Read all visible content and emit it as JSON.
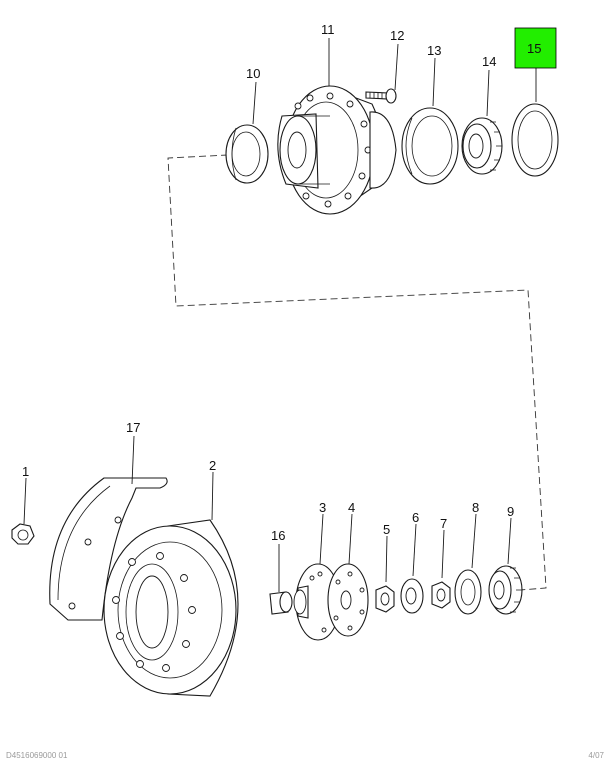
{
  "callouts": [
    {
      "id": "c1",
      "text": "1"
    },
    {
      "id": "c2",
      "text": "2"
    },
    {
      "id": "c3",
      "text": "3"
    },
    {
      "id": "c4",
      "text": "4"
    },
    {
      "id": "c5",
      "text": "5"
    },
    {
      "id": "c6",
      "text": "6"
    },
    {
      "id": "c7",
      "text": "7"
    },
    {
      "id": "c8",
      "text": "8"
    },
    {
      "id": "c9",
      "text": "9"
    },
    {
      "id": "c10",
      "text": "10"
    },
    {
      "id": "c11",
      "text": "11"
    },
    {
      "id": "c12",
      "text": "12"
    },
    {
      "id": "c13",
      "text": "13"
    },
    {
      "id": "c14",
      "text": "14"
    },
    {
      "id": "c15",
      "text": "15"
    },
    {
      "id": "c16",
      "text": "16"
    },
    {
      "id": "c17",
      "text": "17"
    }
  ],
  "highlight": {
    "callout": "15",
    "color": "#22ee00"
  },
  "footer": {
    "left": "D4516069000 01",
    "right": "4/07"
  }
}
